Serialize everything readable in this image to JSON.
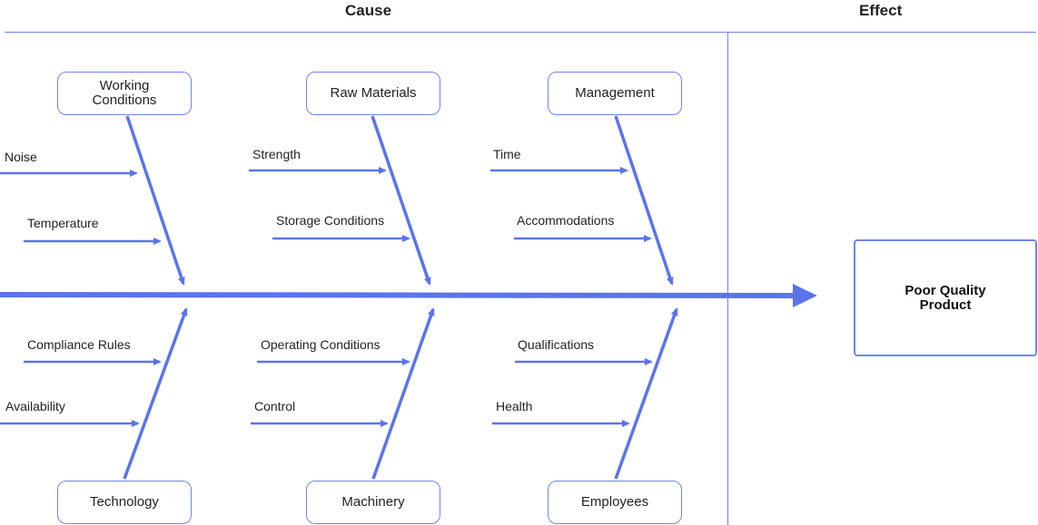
{
  "headers": {
    "cause": "Cause",
    "effect": "Effect"
  },
  "effect": "Poor Quality Product",
  "categories": {
    "working_conditions": {
      "label": "Working Conditions",
      "causes": [
        "Noise",
        "Temperature"
      ]
    },
    "raw_materials": {
      "label": "Raw Materials",
      "causes": [
        "Strength",
        "Storage Conditions"
      ]
    },
    "management": {
      "label": "Management",
      "causes": [
        "Time",
        "Accommodations"
      ]
    },
    "technology": {
      "label": "Technology",
      "causes": [
        "Compliance Rules",
        "Availability"
      ]
    },
    "machinery": {
      "label": "Machinery",
      "causes": [
        "Operating Conditions",
        "Control"
      ]
    },
    "employees": {
      "label": "Employees",
      "causes": [
        "Qualifications",
        "Health"
      ]
    }
  },
  "colors": {
    "line": "#6f86e8",
    "arrow": "#5b74ec"
  }
}
